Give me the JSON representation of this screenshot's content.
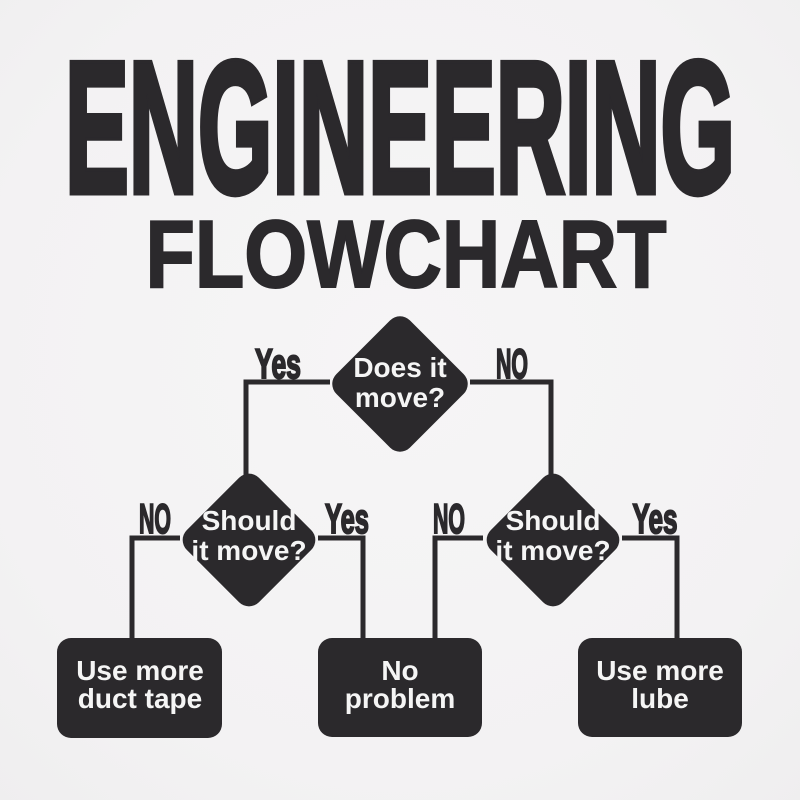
{
  "title": {
    "line1": "ENGINEERING",
    "line2": "FLOWCHART"
  },
  "colors": {
    "ink": "#2b292c",
    "background_center": "#f6f5f6",
    "background_edge": "#f0eff0",
    "node_text": "#f5f5f5"
  },
  "flowchart": {
    "q1": {
      "question_line1": "Does it",
      "question_line2": "move?",
      "left_label": "Yes",
      "right_label": "NO"
    },
    "q2": {
      "question_line1": "Should",
      "question_line2": "it move?",
      "left_label": "NO",
      "right_label": "Yes"
    },
    "q3": {
      "question_line1": "Should",
      "question_line2": "it move?",
      "left_label": "NO",
      "right_label": "Yes"
    },
    "r1": {
      "line1": "Use more",
      "line2": "duct tape"
    },
    "r2": {
      "line1": "No",
      "line2": "problem"
    },
    "r3": {
      "line1": "Use more",
      "line2": "lube"
    }
  }
}
